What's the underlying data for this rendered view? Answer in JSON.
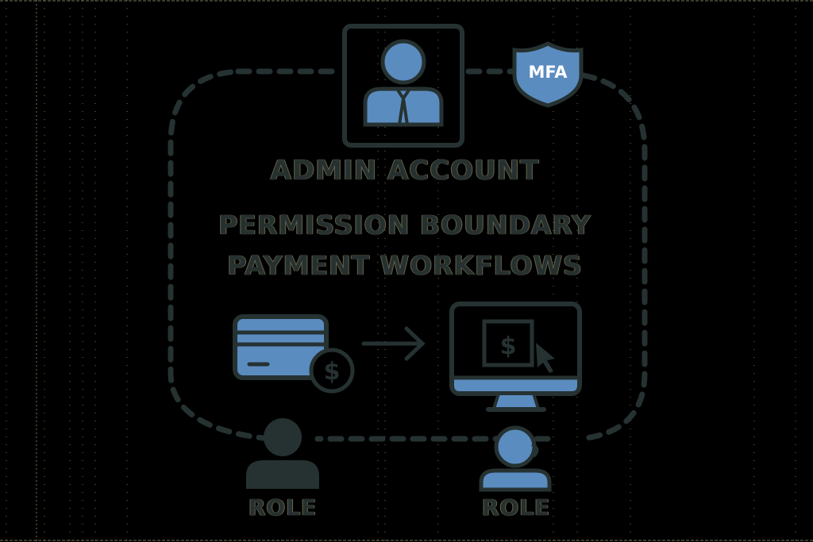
{
  "diagram": {
    "title": "ADMIN ACCOUNT",
    "boundary_label": "PERMISSION BOUNDARY",
    "scope_label": "PAYMENT WORKFLOWS",
    "badge": {
      "text": "MFA",
      "icon": "shield-icon"
    },
    "nodes": [
      {
        "id": "admin",
        "icon": "admin-user-icon"
      },
      {
        "id": "card",
        "icon": "credit-card-dollar-icon"
      },
      {
        "id": "arrow",
        "icon": "arrow-right-icon"
      },
      {
        "id": "monitor",
        "icon": "monitor-payment-icon"
      }
    ],
    "roles": [
      {
        "label": "ROLE",
        "icon": "user-icon"
      },
      {
        "label": "ROLE",
        "icon": "support-agent-icon"
      }
    ],
    "colors": {
      "background": "#000000",
      "stroke": "#263232",
      "fill": "#5b8cc0",
      "speckle": "#a8a578"
    }
  }
}
